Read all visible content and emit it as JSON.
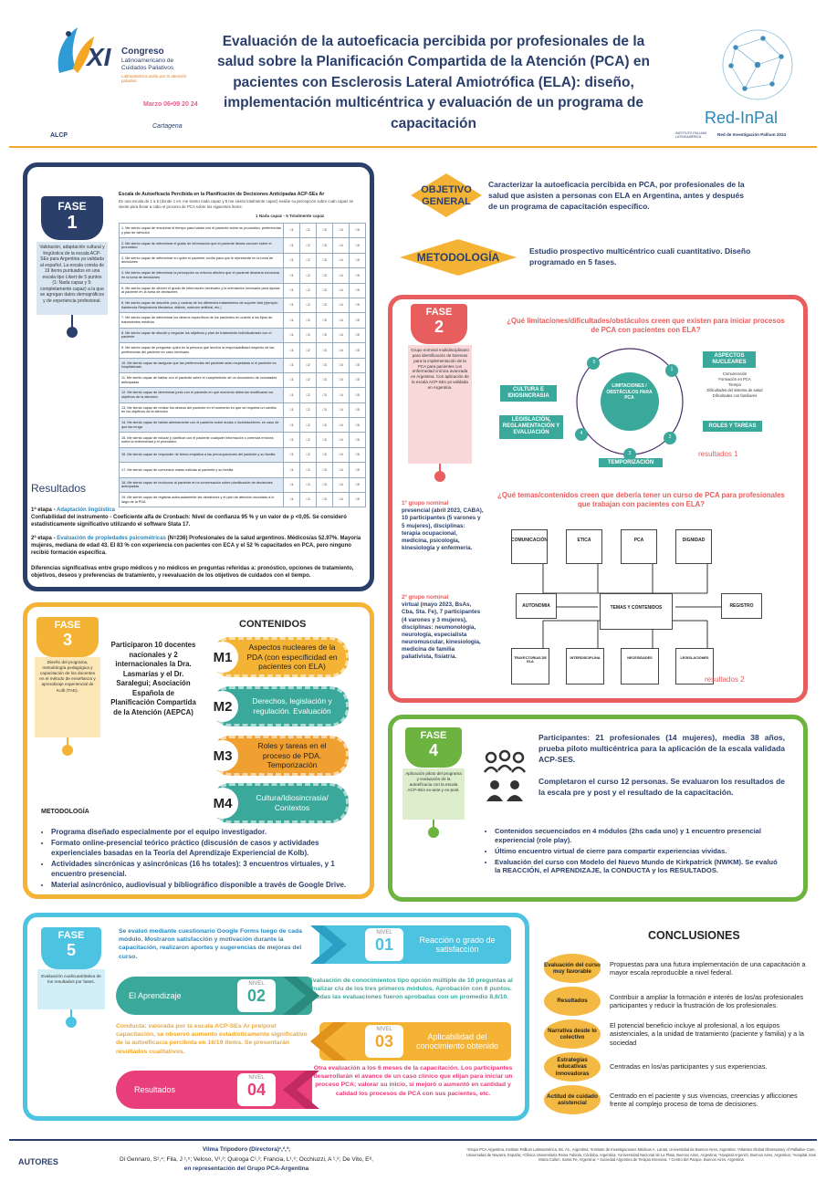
{
  "header": {
    "congreso_num": "XI",
    "congreso_name": "Congreso",
    "congreso_sub": "Latinoamericano de Cuidados Paliativos",
    "congreso_tag": "Latinoamérica unida por la atención paliativa",
    "fecha": "Marzo 06•09 20 24",
    "ciudad": "Cartagena",
    "alcp": "ALCP",
    "title": "Evaluación de la autoeficacia percibida por profesionales de la salud sobre la Planificación Compartida de la Atención (PCA) en pacientes con Esclerosis Lateral Amiotrófica (ELA): diseño, implementación multicéntrica y evaluación de un programa de capacitación",
    "redinpal": "Red-InPal",
    "redinpal_sub": "Red de Investigación Pallium 2024",
    "instituto": "INSTITUTO PALLIUM LATINOAMÉRICA"
  },
  "fase1": {
    "tab": "FASE",
    "num": "1",
    "desc": "Validación, adaptación cultural y lingüística de la escala ACP-SEs para Argentina ya validada al español. La escala consta de 19 ítems puntuados en una escala tipo Likert de 5 puntos (1: Nada capaz y 5: completamente capaz) a la que se agregan datos demográficos y de experiencia profesional.",
    "scale_title": "Escala de Autoeficacia Percibida en la Planificación de Decisiones Anticipadas ACP-SEs Ar",
    "scale_instr": "En una escala de 1 a 5 (donde 1 es: me siento nada capaz y 5 me siento totalmente capaz) evalúe su percepción sobre cuán capaz se siente para llevar a cabo el proceso de PCA sobre los siguientes ítems:",
    "scale_legend": "1 Nada capaz - 5 Totalmente capaz",
    "options": [
      "□1",
      "□2",
      "□3",
      "□4",
      "□5"
    ],
    "items": [
      "1. Me siento capaz de encontrar el tiempo para hablar con el paciente sobre su pronóstico, preferencias y plan de atención",
      "2. Me siento capaz de determinar el grado de información que el paciente desea conocer sobre el pronóstico",
      "3. Me siento capaz de determinar en quién el paciente confía para que le represente en la toma de decisiones",
      "4. Me siento capaz de determinar la percepción su entorno afectivo que el paciente desearía involucrar en la toma de decisiones",
      "5. Me siento capaz de ofrecer el grado de información necesario y la orientación necesaria para ayudar al paciente en la toma de decisiones",
      "6. Me siento capaz de describir pros y contras de los diferentes tratamientos de soporte vital (ejemplo: Asistencia Respiratoria Mecánica, diálisis, nutrición artificial, etc.)",
      "7. Me siento capaz de determinar los deseos específicos de los pacientes en cuanto a los tipos de tratamientos médicos",
      "8. Me siento capaz de discutir y negociar los objetivos y plan de tratamiento individualizado con el paciente",
      "9. Me siento capaz de preguntar quién es la persona que tendría la responsabilidad respecto de las preferencias del paciente en caso necesario",
      "10. Me siento capaz de asegurar que las preferencias del paciente sean respetadas si el paciente es hospitalizado",
      "11. Me siento capaz de hablar con el paciente sobre el cumplimiento de un documento de voluntades anticipadas",
      "12. Me siento capaz de determinar junto con el paciente en qué momento deberían modificarse los objetivos de la atención",
      "13. Me siento capaz de revisar los deseos del paciente en el momento en que se requiera un cambio en los objetivos de la atención",
      "14. Me siento capaz de hablar abiertamente con el paciente sobre dudas o incertidumbres, en caso de que las tenga",
      "15. Me siento capaz de educar y clarificar con el paciente cualquier información o creencia errónea sobre la enfermedad y el pronóstico",
      "16. Me siento capaz de responder de forma empática a las preocupaciones del paciente y su familia",
      "17. Me siento capaz de comunicar malas noticias al paciente y su familia",
      "18. Me siento capaz de involucrar al paciente en la conversación sobre planificación de decisiones anticipadas",
      "19. Me siento capaz de registrar adecuadamente las decisiones y el plan de atención acordado a lo largo de la PDA"
    ],
    "resultados_title": "Resultados",
    "res_p1_label": "1ª etapa - ",
    "res_p1_hl": "Adaptación lingüística",
    "res_p1_text": "Confiabilidad del instrumento - Coeficiente alfa de Cronbach: Nivel de confianza 95 % y un valor de p <0,05. Se consideró estadísticamente significativo utilizando el software Stata 17.",
    "res_p2_label": "2ª etapa - ",
    "res_p2_hl": "Evaluación de propiedades psicométricas",
    "res_p2_text": "(N=236) Profesionales de la salud argentinos. Médicos/as 52.97%. Mayoría mujeres, mediana de edad 43. El 83 % con experiencia con pacientes con ECA y el 52 % capacitados en PCA, pero ninguno recibió formación específica.",
    "res_p3": "Diferencias significativas entre grupo médicos y no médicos en preguntas referidas a: pronóstico, opciones de tratamiento, objetivos, deseos y preferencias de tratamiento, y reevaluación de los objetivos de cuidados con el tiempo."
  },
  "objetivo": {
    "label1": "OBJETIVO",
    "label2": "GENERAL",
    "text": "Caracterizar la autoeficacia percibida en PCA, por profesionales de la salud que asisten a personas con ELA en Argentina, antes y después de un programa de capacitación específico."
  },
  "metodologia": {
    "label": "METODOLOGÍA",
    "text": "Estudio prospectivo multicéntrico cuali cuantitativo. Diseño programado en 5 fases."
  },
  "fase2": {
    "tab": "FASE",
    "num": "2",
    "desc": "Grupo nominal multidisciplinario para identificación de barreras para la implementación de la PCA para pacientes con enfermedad crónica avanzada en Argentina. Con aplicación de la escala ACP-SEs ya validada en Argentina.",
    "q1": "¿Qué limitaciones/dificultades/obstáculos creen que existen para iniciar procesos de PCA con pacientes con ELA?",
    "center": "LIMITACIONES / OBSTÁCULOS PARA PCA",
    "cultura": "CULTURA E IDIOSINCRASIA",
    "aspectos": "ASPECTOS NUCLEARES",
    "aspectos_list": [
      "Comunicación",
      "Formación en PCA",
      "Tiempo",
      "Dificultades del sistema de salud",
      "Dificultades con familiares"
    ],
    "roles": "ROLES Y TAREAS",
    "legis": "LEGISLACIÓN, REGLAMENTACIÓN Y EVALUACIÓN",
    "temporiz": "TEMPORIZACIÓN",
    "n1": "1",
    "n2": "2",
    "n3": "3",
    "n4": "4",
    "n5": "5",
    "res1": "resultados 1",
    "q2": "¿Qué temas/contenidos creen que debería tener un curso de PCA para profesionales que trabajan con pacientes con ELA?",
    "g1_title": "1º grupo nominal",
    "g1_text": "presencial (abril 2023, CABA), 10 participantes (5 varones y 5 mujeres), disciplinas: terapia ocupacional, medicina, psicología, kinesiología y enfermería.",
    "g2_title": "2º grupo nominal",
    "g2_text": "virtual (mayo 2023, BsAs, Cba, Sta. Fe), 7 participantes (4 varones y 3 mujeres), disciplinas: neumonología, neurología, especialista neuromuscular, kinesiología, medicina de familia paliativista, fisiatría.",
    "boxes_top": [
      "COMUNICACIÓN",
      "ETICA",
      "PCA",
      "DIGNIDAD"
    ],
    "box_left": "AUTONOMIA",
    "box_center": "TEMAS Y CONTENIDOS",
    "box_right": "REGISTRO",
    "boxes_bottom": [
      "TRAYECTORIAS DE ELA",
      "INTERDISCIPLINA",
      "NECESIDADES",
      "LEGISLACIONES"
    ],
    "res2": "resultados 2"
  },
  "fase3": {
    "tab": "FASE",
    "num": "3",
    "desc": "Diseño del programa, metodología pedagógica y capacitación de los docentes en el método de enseñanza y aprendizaje experiencial de Kolb (TAE).",
    "participaron": "Participaron 10 docentes nacionales y 2 internacionales la Dra. Lasmarías y el Dr. Saralegui; Asociación Española de Planificación Compartida de la Atención (AEPCA)",
    "contenidos": "CONTENIDOS",
    "modules": [
      {
        "label": "M1",
        "text": "Aspectos nucleares de la PDA (con especificidad en pacientes con ELA)"
      },
      {
        "label": "M2",
        "text": "Derechos, legislación y regulación. Evaluación"
      },
      {
        "label": "M3",
        "text": "Roles y tareas en el proceso de PDA. Temporización"
      },
      {
        "label": "M4",
        "text": "Cultura/Idiosincrasia/ Contextos"
      }
    ],
    "metodologia": "METODOLOGÍA",
    "bullets": [
      "Programa diseñado especialmente por el equipo investigador.",
      "Formato online-presencial teórico práctico (discusión de casos y actividades experienciales basadas en la Teoría del Aprendizaje Experiencial de Kolb).",
      "Actividades sincrónicas y asincrónicas (16 hs totales): 3 encuentros virtuales, y 1 encuentro presencial.",
      "Material asincrónico, audiovisual y bibliográfico disponible a través de Google Drive."
    ]
  },
  "fase4": {
    "tab": "FASE",
    "num": "4",
    "desc": "Aplicación piloto del programa y evaluación de la autoeficacia con la escala ACP-SEs ex-ante y ex-post.",
    "p1": "Participantes: 21 profesionales (14 mujeres), media 38 años, prueba piloto multicéntrica para la aplicación de la escala validada ACP-SES.",
    "p2": "Completaron el curso 12 personas. Se evaluaron los resultados de la escala pre y post y el resultado de la capacitación.",
    "bullets": [
      "Contenidos secuenciados en 4 módulos (2hs cada uno) y 1 encuentro presencial experiencial (role play).",
      "Último encuentro virtual de cierre para compartir experiencias vividas.",
      "Evaluación del curso con Modelo del Nuevo Mundo de Kirkpatrick (NWKM). Se evaluó la REACCIÓN, el APRENDIZAJE, la CONDUCTA y los RESULTADOS."
    ]
  },
  "fase5": {
    "tab": "FASE",
    "num": "5",
    "desc": "Evaluación cualicuantitativa de los resultados por fases.",
    "t1": "Se evaluó mediante cuestionario Google Forms luego de cada módulo. Mostraron satisfacción y motivación durante la capacitación, realizaron aportes y sugerencias de mejoras del curso.",
    "t2": "Evaluación de conocimientos tipo opción múltiple de 10 preguntas al finalizar c/u de los tres primeros módulos. Aprobación con 6 puntos. Todas las evaluaciones fueron aprobadas con un promedio 8,6/10.",
    "t3": "Conducta: valorada por la escala ACP-SEs Ar pre/post capacitación, se observó aumento estadísticamente significativo de la autoeficacia percibida en 16/19 ítems. Se presentarán resultados cualitativos.",
    "t4": "Otra evaluación a los 6 meses de la capacitación. Los participantes desarrollarán el avance de un caso clínico que elijan para iniciar un proceso PCA; valorar su inicio, si mejoró o aumentó en cantidad y calidad los procesos de PCA con sus pacientes, etc.",
    "nivel": "NIVEL",
    "levels": [
      {
        "num": "01",
        "label": "Reacción o grado de satisfacción"
      },
      {
        "num": "02",
        "label": "El Aprendizaje"
      },
      {
        "num": "03",
        "label": "Aplicabilidad del conocimiento obtenido"
      },
      {
        "num": "04",
        "label": "Resultados"
      }
    ]
  },
  "conclusiones": {
    "title": "CONCLUSIONES",
    "items": [
      {
        "badge": "Evaluación del curso muy favorable",
        "text": "Propuestas para una futura implementación de una capacitación a mayor escala reproducible a nivel federal."
      },
      {
        "badge": "Resultados",
        "text": "Contribuir a ampliar la formación e interés de los/as profesionales participantes y reducir la frustración de los profesionales."
      },
      {
        "badge": "Narrativa desde lo colectivo",
        "text": "El potencial beneficio incluye al profesional, a los equipos asistenciales, a la unidad de tratamiento (paciente y familia) y a la sociedad"
      },
      {
        "badge": "Estrategias educativas innovadoras",
        "text": "Centradas en los/as participantes y sus experiencias."
      },
      {
        "badge": "Actitud de cuidado asistencial",
        "text": "Centrado en el paciente y sus vivencias, creencias y aflicciones frente al complejo proceso de toma de decisiones."
      }
    ]
  },
  "autores": {
    "label": "AUTORES",
    "director": "Vilma Tripodoro (Directora)¹,²,³;",
    "names": "Di Gennaro, S¹,⁴; Fila, J ¹,⁵; Veloso, V¹,²; Quiroga C¹,²; Francia, L¹,⁶; Occhiuzzi, A ¹,⁹; De Vito, E⁸,",
    "grupo": "en representación del Grupo PCA-Argentina",
    "affil": "¹Grupo PCA Argentina, Instituto Pallium Latinoamérica, Bs. As., Argentina; ²Instituto de Investigaciones Médicas A. Lanari, Universidad de Buenos Aires, Argentina; ³Atlantes Global Observatory of Palliative Care, Universidad de Navarra, España; ⁴Clínica Universitaria Reina Fabiola, Córdoba, Argentina; ⁵Universidad Nacional de La Plata, Buenos Aires, Argentina; ⁶Hospital Argerich, Buenos Aires, Argentina; ⁷Hospital José María Cullen, Santa Fe, Argentina; ⁸ Sociedad Argentina de Terapia Intensiva; ⁹ Centro del Parque, Buenos Aires, Argentina"
  },
  "colors": {
    "navy": "#2b3f6b",
    "coral": "#e85d5d",
    "orange": "#f5b335",
    "green": "#6db33f",
    "cyan": "#4cc3e0",
    "teal": "#3aa89a",
    "pink": "#e83e7a",
    "gold": "#f0a830"
  }
}
